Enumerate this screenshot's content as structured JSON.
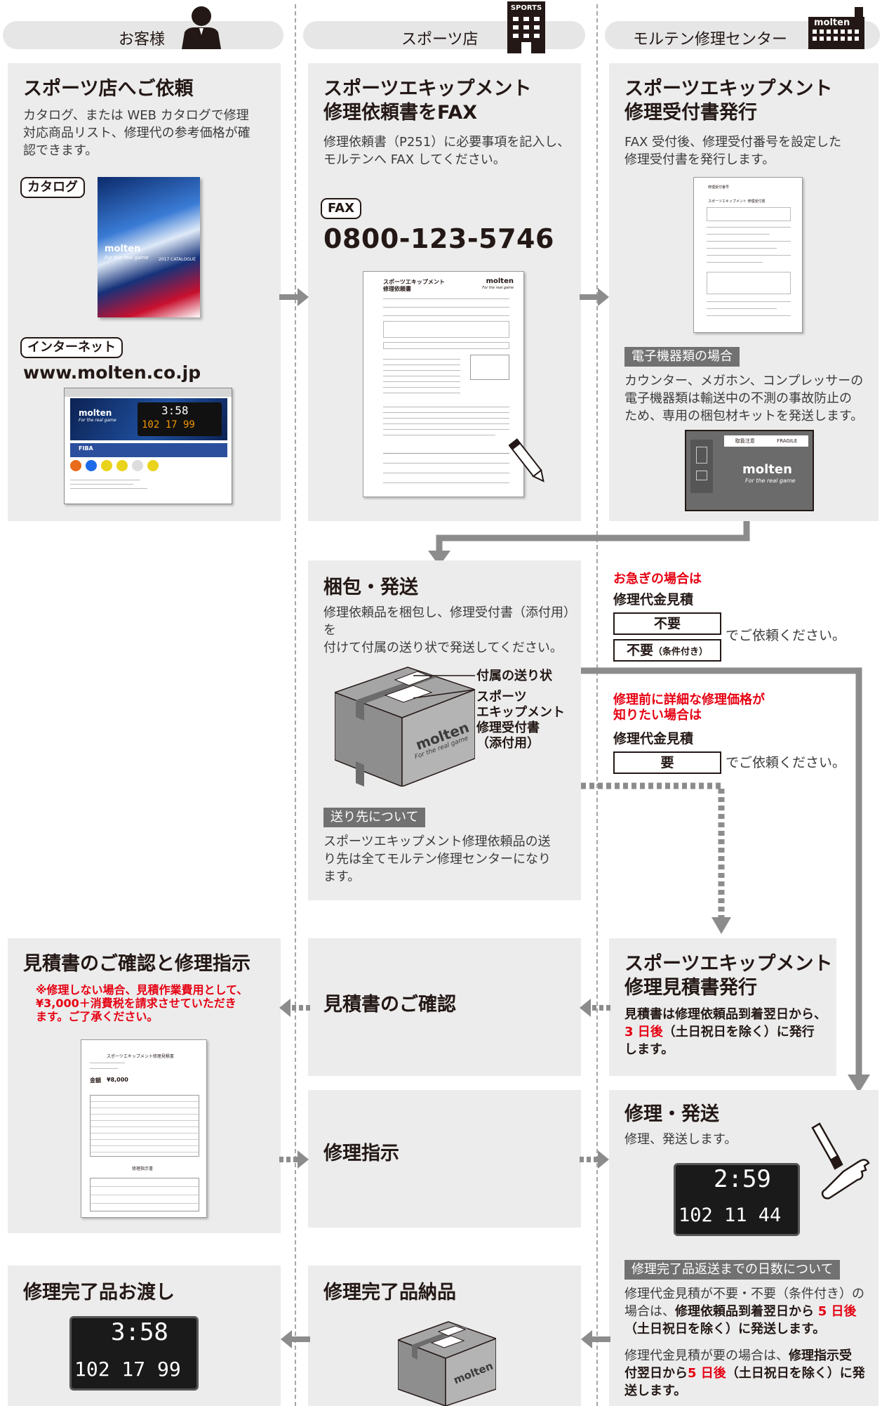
{
  "header": {
    "customer": "お客様",
    "store": "スポーツ店",
    "center": "モルテン修理センター",
    "sports_badge": "SPORTS",
    "molten_badge": "molten"
  },
  "c1": {
    "title": "スポーツ店へご依頼",
    "body": "カタログ、または WEB カタログで修理\n対応商品リスト、修理代の参考価格が確\n認できます。",
    "catalog_tag": "カタログ",
    "catalog_brand": "molten",
    "catalog_tagline": "For the real game",
    "catalog_year": "2017 CATALOGUE",
    "internet_tag": "インターネット",
    "url": "www.molten.co.jp",
    "web_brand": "molten",
    "web_tagline": "For the real game",
    "web_score_top": "3:58",
    "web_score_bottom": "102 17 99",
    "web_fiba": "FIBA"
  },
  "c2": {
    "title": "スポーツエキップメント\n修理依頼書をFAX",
    "body": "修理依頼書（P251）に必要事項を記入し、\nモルテンへ FAX してください。",
    "fax_tag": "FAX",
    "fax_number": "0800-123-5746",
    "form_title": "スポーツエキップメント\n修理依頼書",
    "form_brand": "molten",
    "form_tagline": "For the real game"
  },
  "c3": {
    "title": "スポーツエキップメント\n修理受付書発行",
    "body": "FAX 受付後、修理受付番号を設定した\n修理受付書を発行します。",
    "doc_heading": "スポーツエキップメント 修理受付書",
    "doc_sub": "修理受付番号",
    "electronic_tag": "電子機器類の場合",
    "electronic_body": "カウンター、メガホン、コンプレッサーの\n電子機器類は輸送中の不測の事故防止の\nため、専用の梱包材キットを発送します。",
    "kit_label1": "取扱注意",
    "kit_label2": "FRAGILE",
    "kit_brand": "molten",
    "kit_tagline": "For the real game"
  },
  "packing": {
    "title": "梱包・発送",
    "body": "修理依頼品を梱包し、修理受付書（添付用）を\n付けて付属の送り状で発送してください。",
    "label_slip": "付属の送り状",
    "label_receipt": "スポーツ\nエキップメント\n修理受付書\n（添付用）",
    "box_brand": "molten",
    "box_tagline": "For the real game",
    "destination_tag": "送り先について",
    "destination_body": "スポーツエキップメント修理依頼品の送\nり先は全てモルテン修理センターになり\nます。"
  },
  "urgent": {
    "heading": "お急ぎの場合は",
    "label": "修理代金見積",
    "opt1": "不要",
    "opt2": "不要",
    "opt2_sub": "（条件付き）",
    "suffix": "でご依頼ください。"
  },
  "detail": {
    "heading": "修理前に詳細な修理価格が\n知りたい場合は",
    "label": "修理代金見積",
    "opt": "要",
    "suffix": "でご依頼ください。"
  },
  "quote_issue": {
    "title": "スポーツエキップメント\n修理見積書発行",
    "body_1": "見積書は修理依頼品到着翌日から、",
    "body_red": "3 日後",
    "body_2": "（土日祝日を除く）に発行\nします。"
  },
  "quote_confirm": {
    "title": "見積書のご確認"
  },
  "quote_instruct": {
    "title": "見積書のご確認と修理指示",
    "note": "※修理しない場合、見積作業費用として、\n¥3,000＋消費税を請求させていただき\nます。ご了承ください。",
    "doc_heading": "スポーツエキップメント修理見積書",
    "doc_amount_label": "金額",
    "doc_amount": "¥8,000",
    "doc_footer": "修理指示書"
  },
  "repair_instr": {
    "title": "修理指示"
  },
  "repair_ship": {
    "title": "修理・発送",
    "body": "修理、発送します。",
    "score_top": "2:59",
    "score_bottom": "102 11 44",
    "days_tag": "修理完了品返送までの日数について",
    "days_p1_a": "修理代金見積が不要・不要（条件付き）の\n場合は、",
    "days_p1_b": "修理依頼品到着翌日から",
    "days_p1_red": "5 日後",
    "days_p1_c": "（土日祝日を除く）に発送します。",
    "days_p2_a": "修理代金見積が要の場合は、",
    "days_p2_b": "修理指示受\n付翌日から",
    "days_p2_red": "5 日後",
    "days_p2_c": "（土日祝日を除く）に発\n送します。"
  },
  "delivered": {
    "title": "修理完了品納品",
    "box_brand": "molten"
  },
  "handover": {
    "title": "修理完了品お渡し",
    "score_top": "3:58",
    "score_bottom": "102 17 99"
  },
  "colors": {
    "red": "#e60012",
    "panel": "#ececec",
    "arrow": "#8c8c8c"
  }
}
